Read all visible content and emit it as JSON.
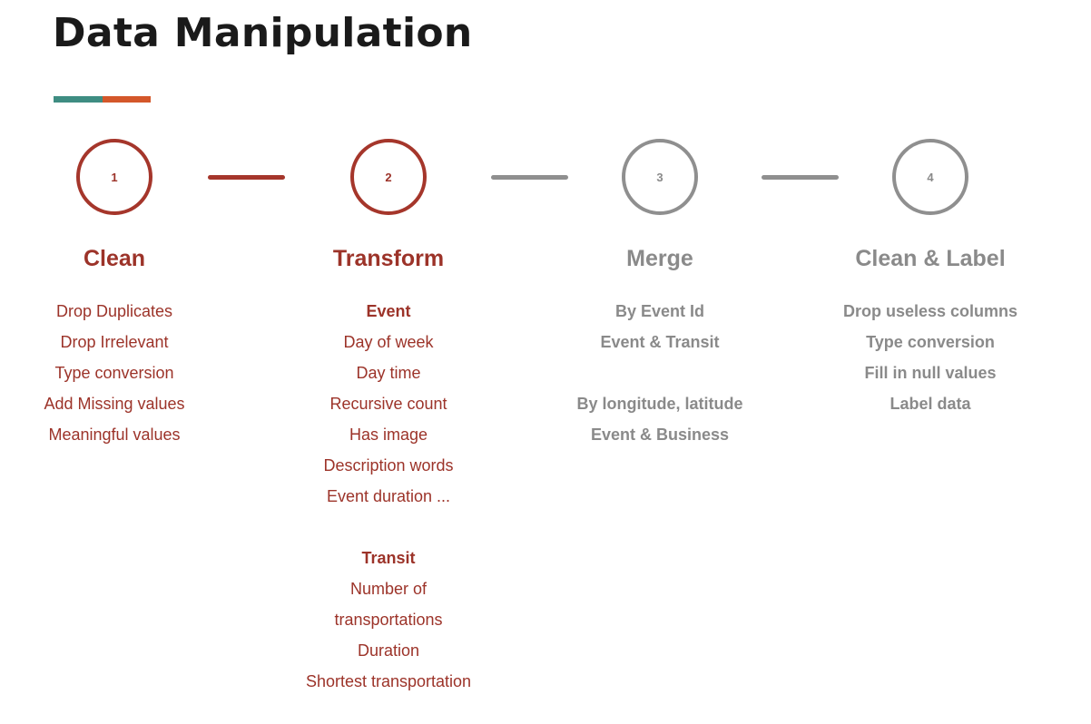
{
  "title": "Data Manipulation",
  "colors": {
    "active": "#9c3329",
    "inactive": "#8a8a8a",
    "accent_teal": "#3e8d82",
    "accent_orange": "#d4572a"
  },
  "steps": [
    {
      "number": "1",
      "title": "Clean",
      "active": true,
      "items": [
        {
          "text": "Drop Duplicates",
          "bold": false
        },
        {
          "text": "Drop Irrelevant",
          "bold": false
        },
        {
          "text": "Type conversion",
          "bold": false
        },
        {
          "text": "Add Missing values",
          "bold": false
        },
        {
          "text": "Meaningful values",
          "bold": false
        }
      ]
    },
    {
      "number": "2",
      "title": "Transform",
      "active": true,
      "items": [
        {
          "text": "Event",
          "bold": true
        },
        {
          "text": "Day of week",
          "bold": false
        },
        {
          "text": "Day time",
          "bold": false
        },
        {
          "text": "Recursive count",
          "bold": false
        },
        {
          "text": "Has image",
          "bold": false
        },
        {
          "text": "Description words",
          "bold": false
        },
        {
          "text": "Event duration ...",
          "bold": false
        },
        {
          "text": "",
          "bold": false
        },
        {
          "text": "Transit",
          "bold": true
        },
        {
          "text": "Number of",
          "bold": false
        },
        {
          "text": "transportations",
          "bold": false
        },
        {
          "text": "Duration",
          "bold": false
        },
        {
          "text": "Shortest transportation",
          "bold": false
        }
      ]
    },
    {
      "number": "3",
      "title": "Merge",
      "active": false,
      "items": [
        {
          "text": "By Event Id",
          "bold": true
        },
        {
          "text": "Event & Transit",
          "bold": true
        },
        {
          "text": "",
          "bold": false
        },
        {
          "text": "By longitude, latitude",
          "bold": true
        },
        {
          "text": "Event & Business",
          "bold": true
        }
      ]
    },
    {
      "number": "4",
      "title": "Clean & Label",
      "active": false,
      "items": [
        {
          "text": "Drop useless columns",
          "bold": true
        },
        {
          "text": "Type conversion",
          "bold": true
        },
        {
          "text": "Fill in null values",
          "bold": true
        },
        {
          "text": "Label data",
          "bold": true
        }
      ]
    }
  ],
  "connectors": [
    {
      "active": true
    },
    {
      "active": false
    },
    {
      "active": false
    }
  ]
}
